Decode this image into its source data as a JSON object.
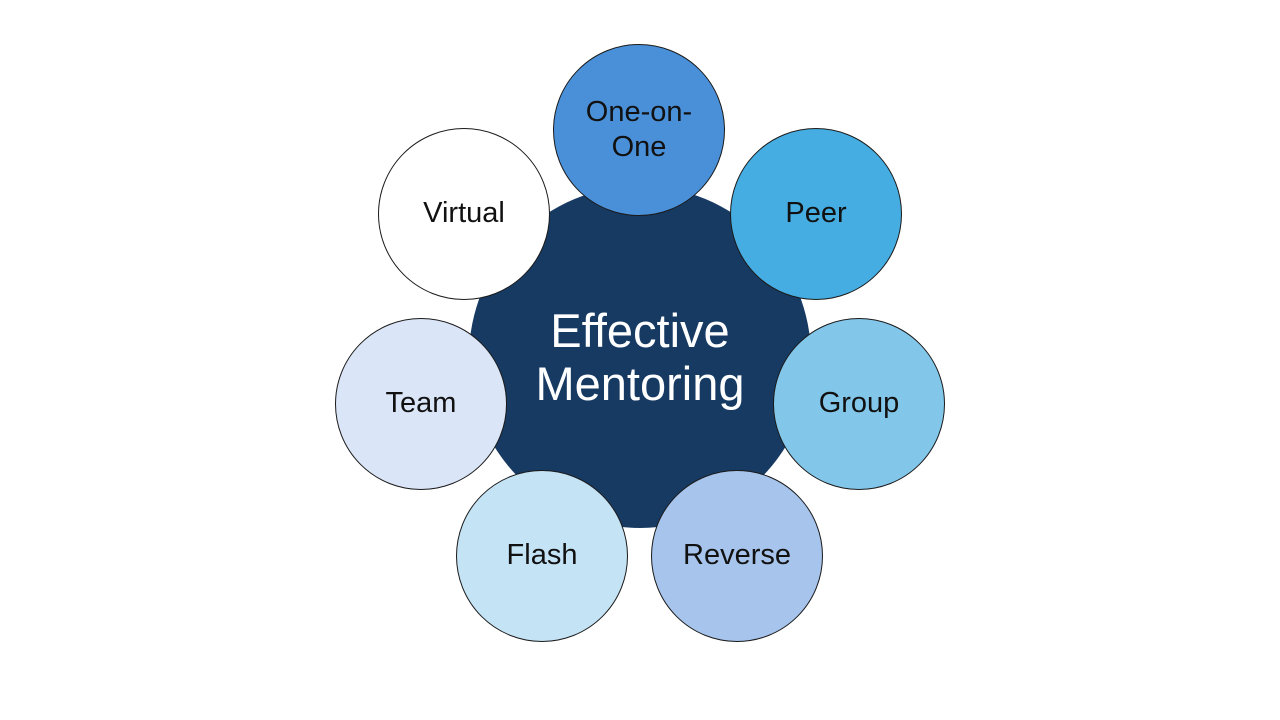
{
  "diagram": {
    "center": {
      "lines": [
        "Effective",
        "Mentoring"
      ],
      "color": "#173A63"
    },
    "nodes": [
      {
        "id": "one-on-one",
        "label": "One-on-One",
        "color": "#4A90D9"
      },
      {
        "id": "peer",
        "label": "Peer",
        "color": "#45ADE1"
      },
      {
        "id": "group",
        "label": "Group",
        "color": "#82C7EA"
      },
      {
        "id": "reverse",
        "label": "Reverse",
        "color": "#A6C4EC"
      },
      {
        "id": "flash",
        "label": "Flash",
        "color": "#C4E3F5"
      },
      {
        "id": "team",
        "label": "Team",
        "color": "#DAE5F7"
      },
      {
        "id": "virtual",
        "label": "Virtual",
        "color": "#FFFFFF"
      }
    ]
  }
}
